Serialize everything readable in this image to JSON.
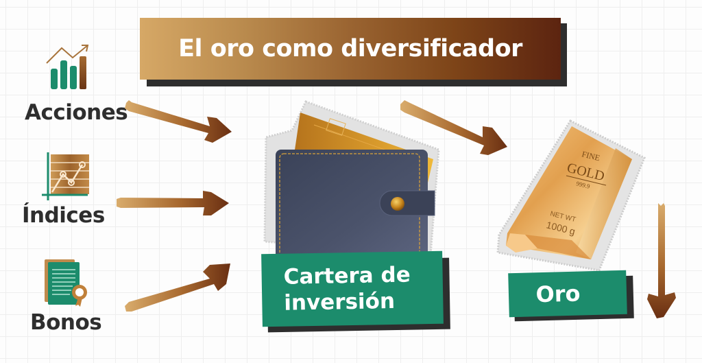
{
  "title": "El oro como diversificador",
  "sources": [
    {
      "label": "Acciones",
      "icon": "bar-chart-growth-icon"
    },
    {
      "label": "Índices",
      "icon": "line-chart-index-icon"
    },
    {
      "label": "Bonos",
      "icon": "bond-certificate-icon"
    }
  ],
  "portfolio": {
    "label_line1": "Cartera de",
    "label_line2": "inversión",
    "icon": "wallet-icon"
  },
  "gold": {
    "label": "Oro",
    "icon": "gold-bar-icon",
    "bar_text": {
      "line1": "FINE",
      "line2": "GOLD",
      "purity": "999.9",
      "weight_label": "NET WT",
      "weight": "1000 g"
    }
  },
  "colors": {
    "green": "#1c8c6c",
    "brown_dark": "#5c2410",
    "gold_light": "#d6a866",
    "text_dark": "#2e2e2e",
    "shadow": "#2e2e2e"
  }
}
